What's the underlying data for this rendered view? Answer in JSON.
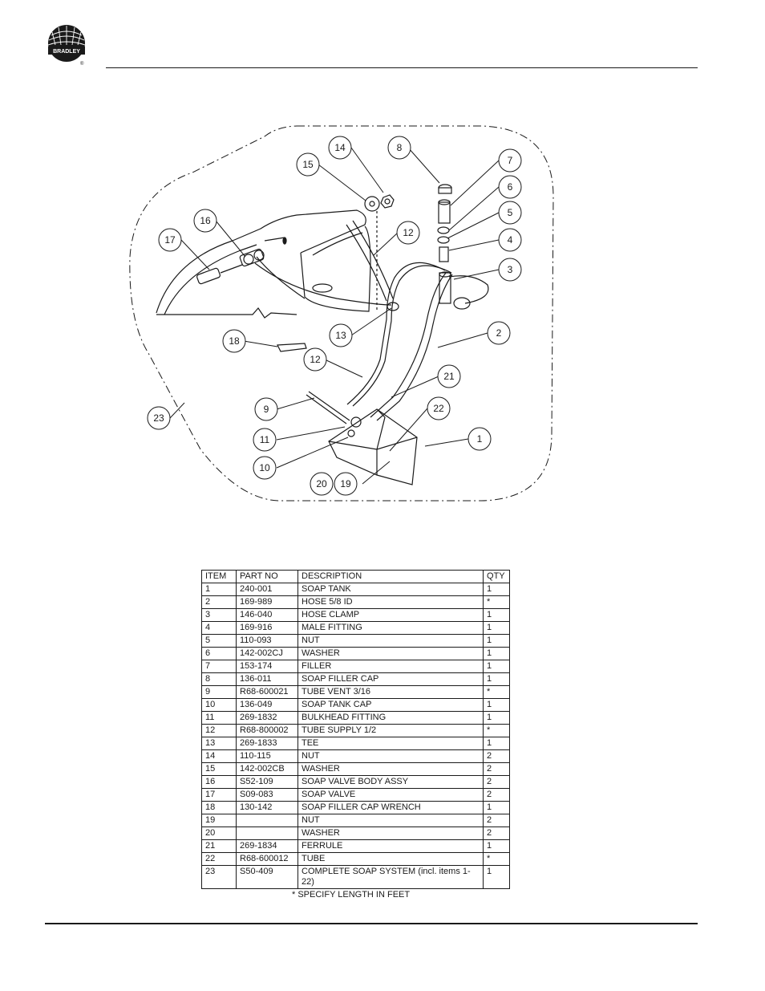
{
  "brand": {
    "name": "BRADLEY",
    "registered": "®"
  },
  "diagram": {
    "callouts": [
      "1",
      "2",
      "3",
      "4",
      "5",
      "6",
      "7",
      "8",
      "9",
      "10",
      "11",
      "12",
      "12",
      "13",
      "14",
      "15",
      "16",
      "17",
      "18",
      "19",
      "20",
      "21",
      "22",
      "23"
    ]
  },
  "table": {
    "headers": {
      "item": "ITEM",
      "part": "PART NO",
      "desc": "DESCRIPTION",
      "qty": "QTY"
    },
    "rows": [
      {
        "item": "1",
        "part": "240-001",
        "desc": "SOAP TANK",
        "qty": "1"
      },
      {
        "item": "2",
        "part": "169-989",
        "desc": "HOSE 5/8 ID",
        "qty": "*"
      },
      {
        "item": "3",
        "part": "146-040",
        "desc": "HOSE CLAMP",
        "qty": "1"
      },
      {
        "item": "4",
        "part": "169-916",
        "desc": "MALE FITTING",
        "qty": "1"
      },
      {
        "item": "5",
        "part": "110-093",
        "desc": "NUT",
        "qty": "1"
      },
      {
        "item": "6",
        "part": "142-002CJ",
        "desc": "WASHER",
        "qty": "1"
      },
      {
        "item": "7",
        "part": "153-174",
        "desc": "FILLER",
        "qty": "1"
      },
      {
        "item": "8",
        "part": "136-011",
        "desc": "SOAP FILLER CAP",
        "qty": "1"
      },
      {
        "item": "9",
        "part": "R68-600021",
        "desc": "TUBE VENT 3/16",
        "qty": "*"
      },
      {
        "item": "10",
        "part": "136-049",
        "desc": "SOAP TANK CAP",
        "qty": "1"
      },
      {
        "item": "11",
        "part": "269-1832",
        "desc": "BULKHEAD FITTING",
        "qty": "1"
      },
      {
        "item": "12",
        "part": "R68-800002",
        "desc": "TUBE SUPPLY 1/2",
        "qty": "*"
      },
      {
        "item": "13",
        "part": "269-1833",
        "desc": "TEE",
        "qty": "1"
      },
      {
        "item": "14",
        "part": "110-115",
        "desc": "NUT",
        "qty": "2"
      },
      {
        "item": "15",
        "part": "142-002CB",
        "desc": "WASHER",
        "qty": "2"
      },
      {
        "item": "16",
        "part": "S52-109",
        "desc": "SOAP VALVE BODY ASSY",
        "qty": "2"
      },
      {
        "item": "17",
        "part": "S09-083",
        "desc": "SOAP VALVE",
        "qty": "2"
      },
      {
        "item": "18",
        "part": "130-142",
        "desc": "SOAP FILLER CAP WRENCH",
        "qty": "1"
      },
      {
        "item": "19",
        "part": "",
        "desc": "NUT",
        "qty": "2"
      },
      {
        "item": "20",
        "part": "",
        "desc": "WASHER",
        "qty": "2"
      },
      {
        "item": "21",
        "part": "269-1834",
        "desc": "FERRULE",
        "qty": "1"
      },
      {
        "item": "22",
        "part": "R68-600012",
        "desc": "TUBE",
        "qty": "*"
      },
      {
        "item": "23",
        "part": "S50-409",
        "desc": "COMPLETE SOAP SYSTEM (incl. items 1-22)",
        "qty": "1"
      }
    ]
  },
  "footnote": "* SPECIFY LENGTH IN FEET"
}
